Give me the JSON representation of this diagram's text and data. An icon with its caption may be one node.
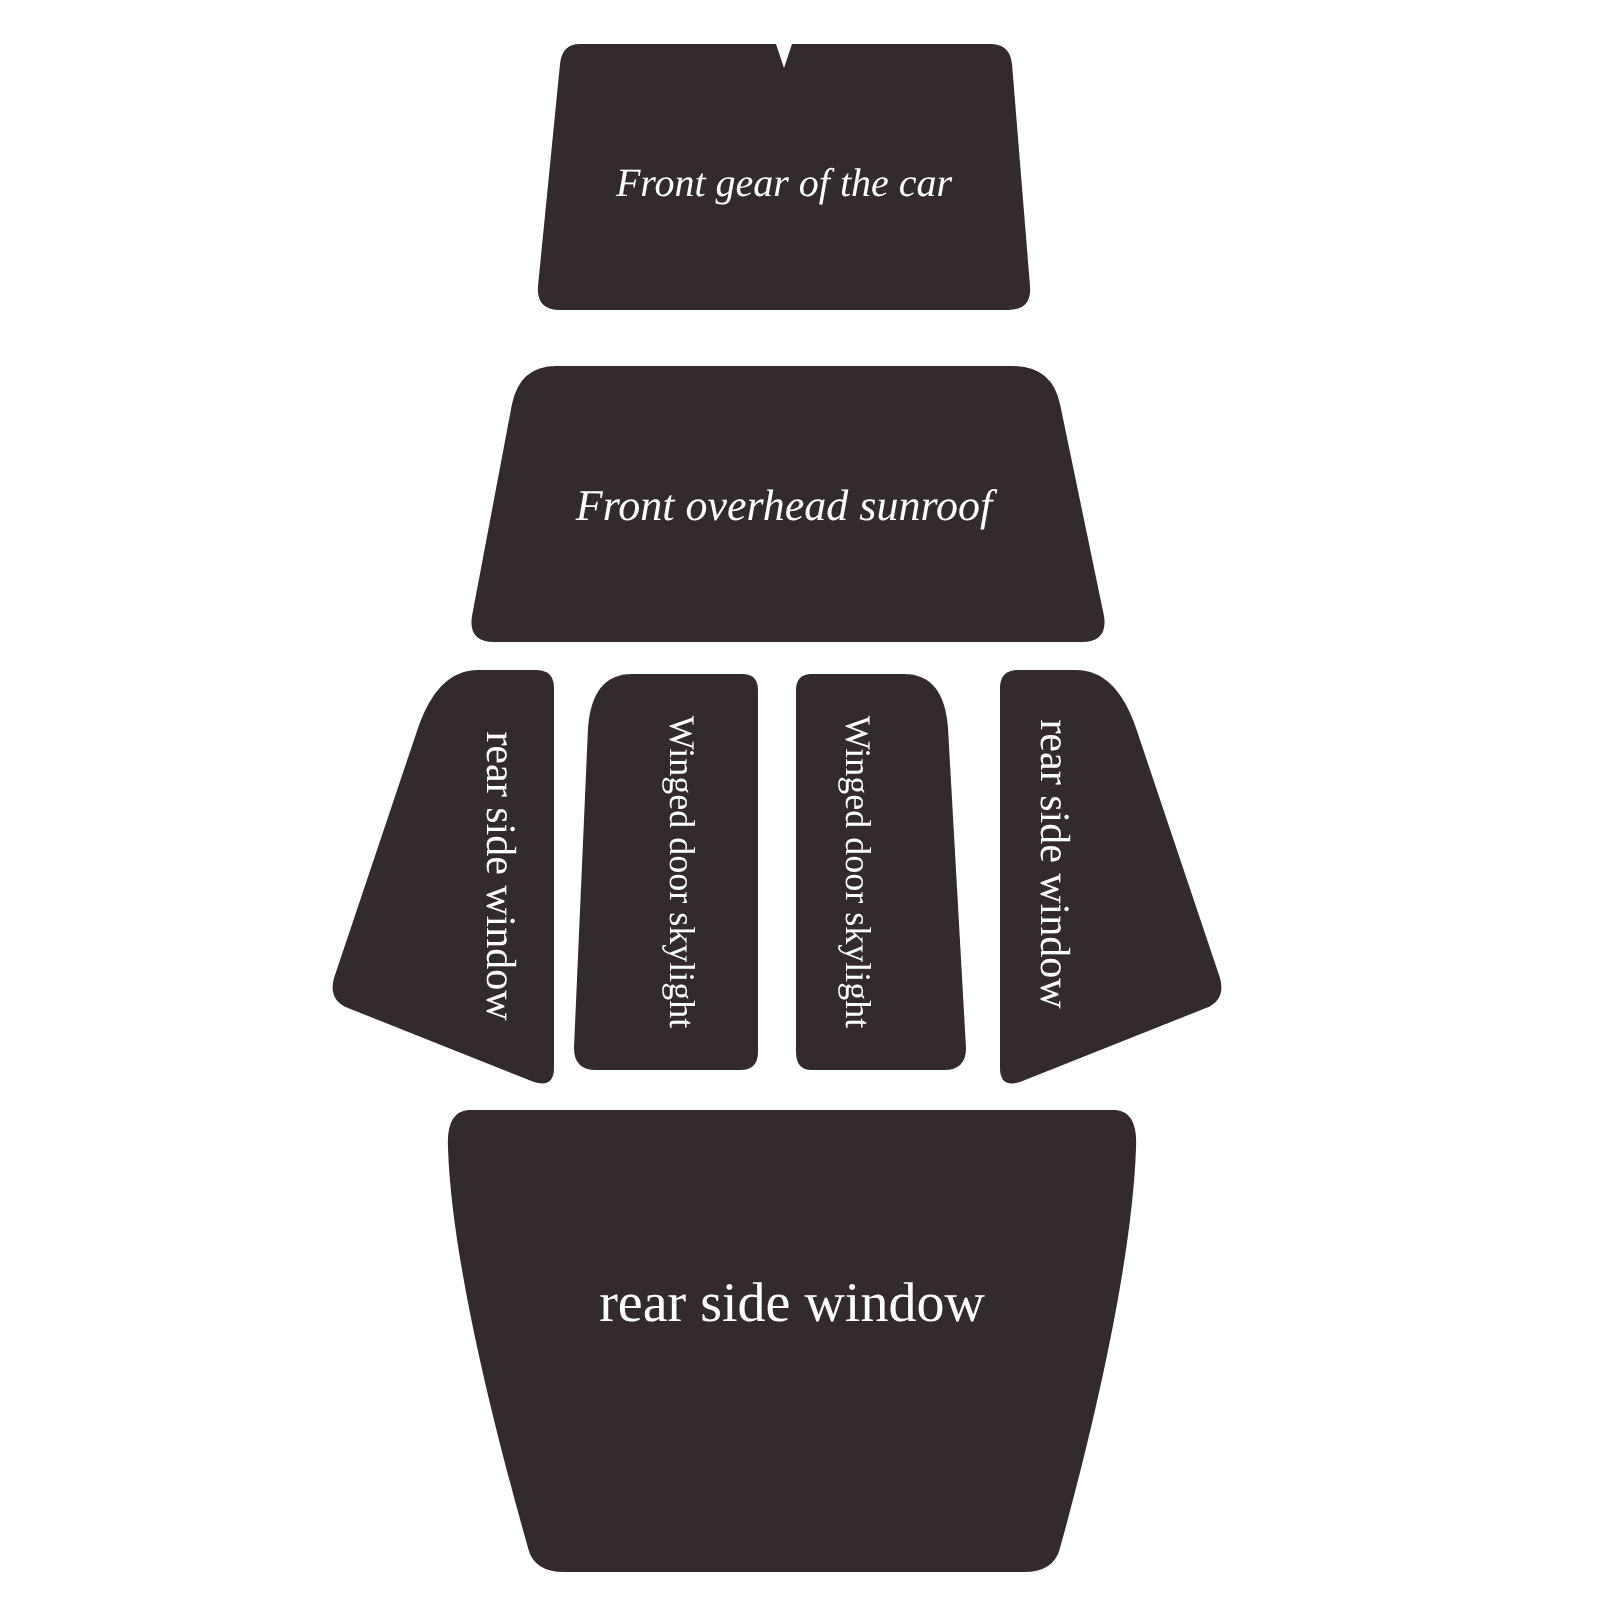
{
  "diagram": {
    "nodes": [
      {
        "text": [
          "Front gear of the car"
        ]
      },
      {
        "text": [
          "Front overhead sunroof"
        ]
      },
      {
        "text": [
          "rear side window"
        ]
      },
      {
        "text": [
          "Winged door skylight"
        ]
      },
      {
        "text": [
          "Winged door skylight"
        ]
      },
      {
        "text": [
          "rear side window"
        ]
      },
      {
        "text": [
          "rear side window"
        ]
      }
    ]
  }
}
